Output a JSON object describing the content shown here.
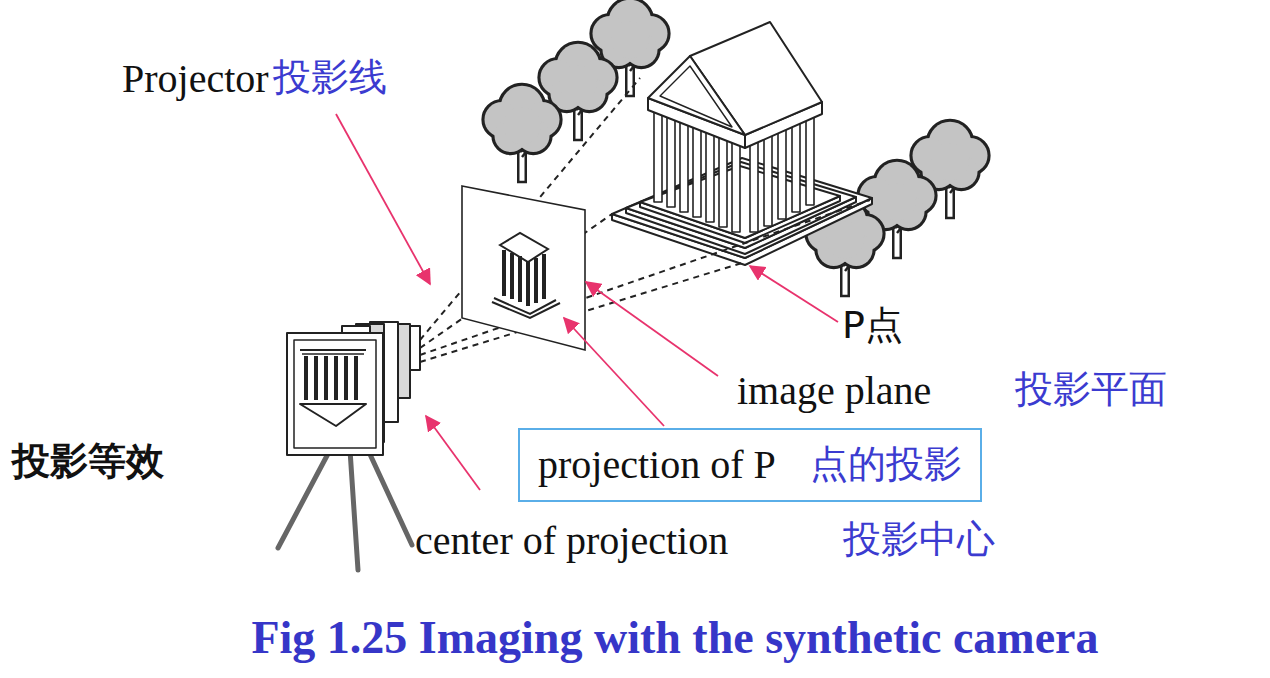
{
  "diagram": {
    "caption": "Fig 1.25 Imaging with the synthetic camera",
    "nodes": [
      {
        "text": [
          "projection of P",
          "点的投影"
        ]
      }
    ],
    "labels": [
      "Projector",
      "投影线",
      "P点",
      "image plane",
      "投影平面",
      "center of projection",
      "投影中心",
      "投影等效"
    ]
  }
}
